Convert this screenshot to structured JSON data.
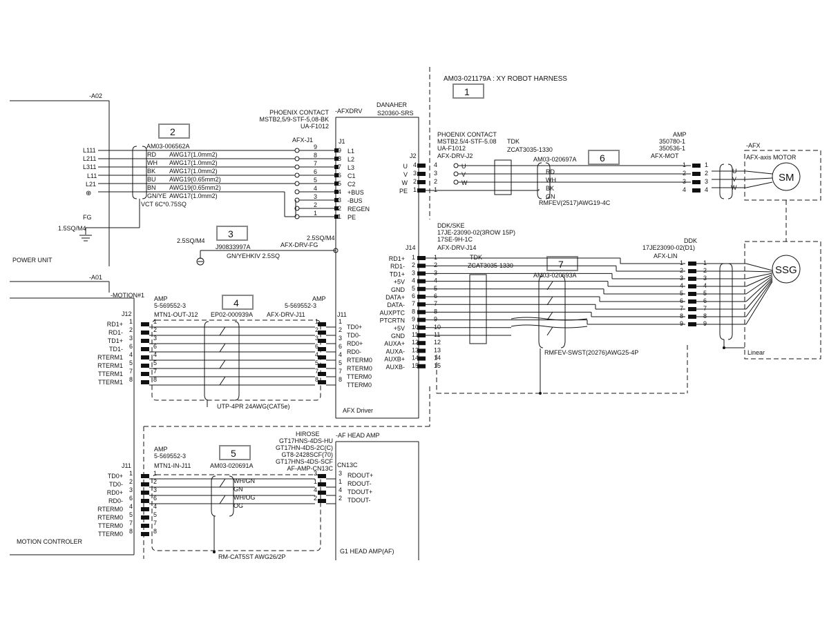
{
  "top": {
    "harness_title": "AM03-021179A : XY ROBOT HARNESS",
    "harness_number": "1"
  },
  "power": {
    "ref": "-A02",
    "unit_label": "POWER UNIT",
    "cable_number": "2",
    "cable_part": "AM03-006562A",
    "cable_spec": "VCT 6C*0.75SQ",
    "lines": [
      "L111",
      "L211",
      "L311",
      "L11",
      "L21"
    ],
    "ground_symbol": "⊕",
    "wires": [
      {
        "color": "RD",
        "gauge": "AWG17(1.0mm2)"
      },
      {
        "color": "WH",
        "gauge": "AWG17(1.0mm2)"
      },
      {
        "color": "BK",
        "gauge": "AWG17(1.0mm2)"
      },
      {
        "color": "BU",
        "gauge": "AWG19(0.65mm2)"
      },
      {
        "color": "BN",
        "gauge": "AWG19(0.65mm2)"
      },
      {
        "color": "GN/YE",
        "gauge": "AWG17(1.0mm2)"
      }
    ],
    "fg_label": "FG",
    "fg_size": "1.5SQ/M4"
  },
  "ground_cable": {
    "number": "3",
    "left_size": "2.5SQ/M4",
    "part": "J90833997A",
    "right_size": "2.5SQ/M4",
    "dest": "AFX-DRV-FG",
    "spec": "GN/YEHKIV 2.5SQ"
  },
  "driver": {
    "ref": "-AFXDRV",
    "maker": "DANAHER",
    "model": "S20360-SRS",
    "box_label": "AFX Driver",
    "j1": {
      "maker": "PHOENIX CONTACT",
      "part": "MSTB2,5/9-STF-5,08-BK",
      "sub_part": "UA-F1012",
      "name": "AFX-J1",
      "label": "J1",
      "pins": [
        "9",
        "8",
        "7",
        "6",
        "5",
        "4",
        "3",
        "2",
        "1"
      ],
      "signals": [
        "L1",
        "L2",
        "L3",
        "C1",
        "C2",
        "+BUS",
        "-BUS",
        "REGEN",
        "PE"
      ]
    },
    "j11": {
      "label": "J11",
      "maker": "AMP",
      "part": "5-569552-3",
      "name": "AFX-DRV-J11",
      "pins": [
        "1",
        "2",
        "3",
        "6",
        "4",
        "5",
        "7",
        "8"
      ],
      "signals": [
        "TD0+",
        "TD0-",
        "RD0+",
        "RD0-",
        "RTERM0",
        "RTERM0",
        "TTERM0",
        "TTERM0"
      ]
    }
  },
  "motion": {
    "ref": "-A01",
    "block": "-MOTION#1",
    "controller_label": "MOTION CONTROLER",
    "j12": {
      "label": "J12",
      "maker": "AMP",
      "part": "5-569552-3",
      "name": "MTN1-OUT-J12",
      "pins": [
        "1",
        "2",
        "3",
        "6",
        "4",
        "5",
        "7",
        "8"
      ],
      "signals": [
        "RD1+",
        "RD1-",
        "TD1+",
        "TD1-",
        "RTERM1",
        "RTERM1",
        "TTERM1",
        "TTERM1"
      ]
    },
    "j11": {
      "label": "J11",
      "maker": "AMP",
      "part": "5-569552-3",
      "name": "MTN1-IN-J11",
      "pins": [
        "1",
        "2",
        "3",
        "6",
        "4",
        "5",
        "7",
        "8"
      ],
      "signals": [
        "TD0+",
        "TD0-",
        "RD0+",
        "RD0-",
        "RTERM0",
        "RTERM0",
        "TTERM0",
        "TTERM0"
      ]
    }
  },
  "cable4": {
    "number": "4",
    "part": "EP02-000939A",
    "spec": "UTP-4PR 24AWG(CAT5e)"
  },
  "cable5": {
    "number": "5",
    "part": "AM03-020691A",
    "spec": "RM-CAT5ST AWG26/2P",
    "wires": [
      "WH/GN",
      "GN",
      "WH/OG",
      "OG"
    ]
  },
  "head_amp": {
    "ref": "-AF HEAD AMP",
    "box_label": "G1 HEAD AMP(AF)",
    "conn_maker": "HIROSE",
    "conn_parts": [
      "GT17HNS-4DS-HU",
      "GT17HN-4DS-2C(C)",
      "GT8-2428SCF(70)",
      "GT17HNS-4DS-SCF"
    ],
    "conn_name": "AF-AMP-CN13C",
    "conn_label": "CN13C",
    "pins": [
      "3",
      "1",
      "4",
      "2"
    ],
    "signals": [
      "RDOUT+",
      "RDOUT-",
      "TDOUT+",
      "TDOUT-"
    ]
  },
  "motor_cable": {
    "j2_maker": "PHOENIX CONTACT",
    "j2_part": "MSTB2.5/4-STF-5.08",
    "j2_sub": "UA-F1012",
    "j2_name": "AFX-DRV-J2",
    "j2_label": "J2",
    "tdk": "TDK",
    "core": "ZCAT3035-1330",
    "number": "6",
    "part": "AM03-020697A",
    "spec": "RMFEV(2517)AWG19-4C",
    "pins": [
      "4",
      "3",
      "2",
      "1"
    ],
    "phases": [
      "U",
      "V",
      "W",
      "PE"
    ],
    "wires": [
      "RD",
      "WH",
      "BK",
      "GN"
    ],
    "motor_conn_maker": "AMP",
    "motor_conn_parts": [
      "350780-1",
      "350536-1"
    ],
    "motor_conn_name": "AFX-MOT",
    "motor_ref": "-AFX",
    "motor_label": "AFX-axis MOTOR",
    "motor_symbol": "SM",
    "motor_phases": [
      "U",
      "V",
      "W"
    ]
  },
  "encoder_cable": {
    "j14_maker": "DDK/SKE",
    "j14_parts": [
      "17JE-23090-02(3ROW 15P)",
      "17SE-9H-1C"
    ],
    "j14_name": "AFX-DRV-J14",
    "j14_label": "J14",
    "tdk": "TDK",
    "core": "ZCAT3035-1330",
    "number": "7",
    "part": "AM03-020693A",
    "spec": "RMFEV-SWST(20276)AWG25-4P",
    "signals": [
      "RD1+",
      "RD1-",
      "TD1+",
      "+5V",
      "GND",
      "DATA+",
      "DATA-",
      "AUXPTC",
      "PTCRTN",
      "+5V",
      "GND",
      "AUXA+",
      "AUXA-",
      "AUXB+",
      "AUXB-"
    ],
    "pins": [
      "1",
      "2",
      "3",
      "4",
      "5",
      "6",
      "7",
      "8",
      "9",
      "10",
      "11",
      "12",
      "13",
      "14",
      "15"
    ],
    "lin_maker": "DDK",
    "lin_part": "17JE23090-02(D1)",
    "lin_name": "AFX-LIN",
    "lin_pins": [
      "1",
      "2",
      "3",
      "4",
      "5",
      "6",
      "7",
      "8",
      "9"
    ],
    "sensor_symbol": "SSG",
    "sensor_label": "Linear"
  }
}
